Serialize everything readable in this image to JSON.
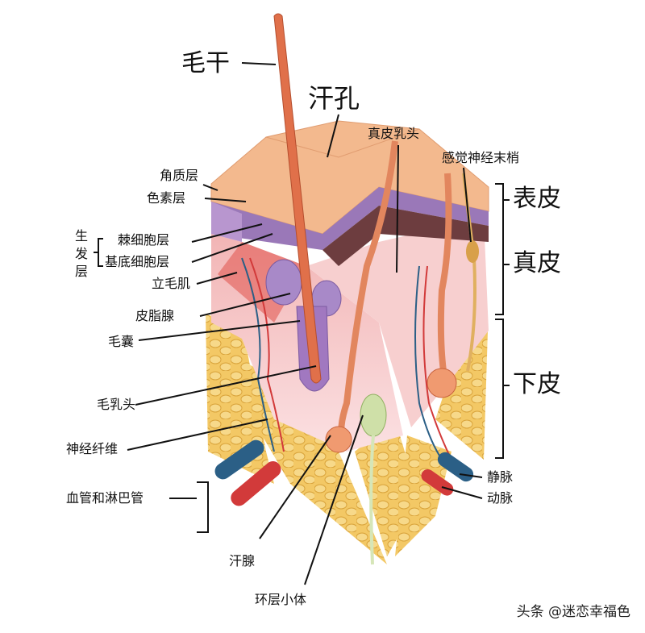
{
  "labels": {
    "hair_shaft": "毛干",
    "sweat_pore": "汗孔",
    "dermal_papilla": "真皮乳头",
    "sensory_nerve_ending": "感觉神经末梢",
    "stratum_corneum": "角质层",
    "pigment_layer": "色素层",
    "germinative_layer": "生发层",
    "spinous_layer": "棘细胞层",
    "basal_layer": "基底细胞层",
    "arrector_pili": "立毛肌",
    "sebaceous_gland": "皮脂腺",
    "hair_follicle": "毛囊",
    "hair_papilla": "毛乳头",
    "nerve_fiber": "神经纤维",
    "vessels_lymph": "血管和淋巴管",
    "sweat_gland": "汗腺",
    "pacinian_corpuscle": "环层小体",
    "vein": "静脉",
    "artery": "动脉",
    "epidermis": "表皮",
    "dermis": "真皮",
    "hypodermis": "下皮"
  },
  "watermark": "头条 @迷恋幸福色",
  "colors": {
    "epidermis_top": "#f3b98e",
    "epidermis_side": "#f0c49c",
    "pigment_purple": "#9a78b8",
    "dermis_pink": "#f6c8c6",
    "fat_yellow": "#f0c25a",
    "hair": "#e0704a",
    "vein_blue": "#2b5f86",
    "artery_red": "#d23a3a"
  }
}
